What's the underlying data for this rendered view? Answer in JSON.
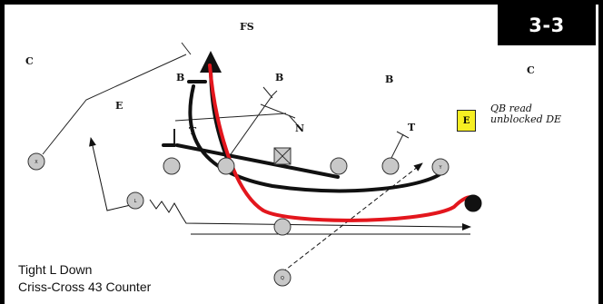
{
  "badge": "3-3",
  "caption": {
    "line1": "Tight L Down",
    "line2": "Criss-Cross 43 Counter"
  },
  "note": {
    "line1": "QB read",
    "line2": "unblocked DE"
  },
  "defense": {
    "fs": "FS",
    "c_left": "C",
    "c_right": "C",
    "e_left": "E",
    "e_box": "E",
    "b1": "B",
    "b2": "B",
    "b3": "B",
    "t_left": "T",
    "t_right": "T",
    "n": "N"
  },
  "offense": {
    "x": "X",
    "l": "L",
    "y": "Y",
    "q": "Q"
  },
  "colors": {
    "red_path": "#e3161d",
    "black_path": "#111111",
    "player_fill": "#c8c8c8",
    "de_box": "#f6ee22"
  }
}
